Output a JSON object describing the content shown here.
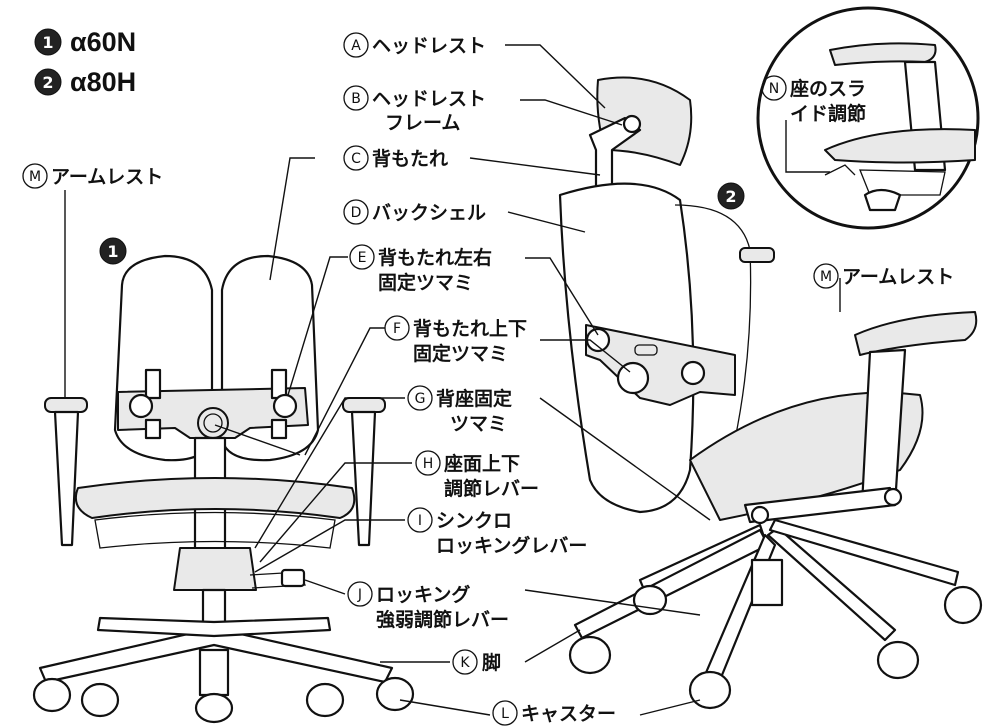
{
  "models": [
    {
      "number": "1",
      "name": "α60N"
    },
    {
      "number": "2",
      "name": "α80H"
    }
  ],
  "chair_markers": [
    "1",
    "2"
  ],
  "labels": {
    "A": {
      "letter": "A",
      "lines": [
        "ヘッドレスト"
      ]
    },
    "B": {
      "letter": "B",
      "lines": [
        "ヘッドレスト",
        "フレーム"
      ]
    },
    "C": {
      "letter": "C",
      "lines": [
        "背もたれ"
      ]
    },
    "D": {
      "letter": "D",
      "lines": [
        "バックシェル"
      ]
    },
    "E": {
      "letter": "E",
      "lines": [
        "背もたれ左右",
        "固定ツマミ"
      ]
    },
    "F": {
      "letter": "F",
      "lines": [
        "背もたれ上下",
        "固定ツマミ"
      ]
    },
    "G": {
      "letter": "G",
      "lines": [
        "背座固定",
        "ツマミ"
      ]
    },
    "H": {
      "letter": "H",
      "lines": [
        "座面上下",
        "調節レバー"
      ]
    },
    "I": {
      "letter": "I",
      "lines": [
        "シンクロ",
        "ロッキングレバー"
      ]
    },
    "J": {
      "letter": "J",
      "lines": [
        "ロッキング",
        "強弱調節レバー"
      ]
    },
    "K": {
      "letter": "K",
      "lines": [
        "脚"
      ]
    },
    "L": {
      "letter": "L",
      "lines": [
        "キャスター"
      ]
    },
    "M_left": {
      "letter": "M",
      "lines": [
        "アームレスト"
      ]
    },
    "M_right": {
      "letter": "M",
      "lines": [
        "アームレスト"
      ]
    },
    "N": {
      "letter": "N",
      "lines": [
        "座のスラ",
        "イド調節"
      ]
    }
  }
}
